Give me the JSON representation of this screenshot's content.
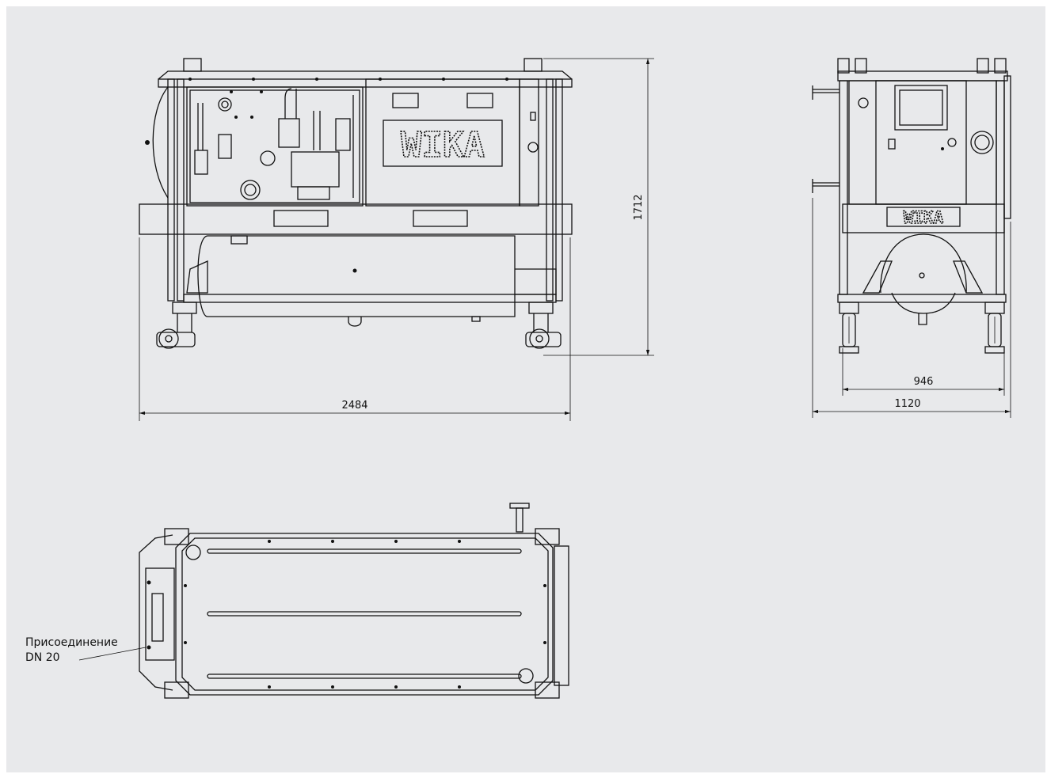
{
  "dimensions": {
    "front_length": "2484",
    "height": "1712",
    "side_inner_width": "946",
    "side_outer_width": "1120"
  },
  "brand": "WIKA",
  "callout": {
    "line1": "Присоединение",
    "line2": "DN 20"
  }
}
